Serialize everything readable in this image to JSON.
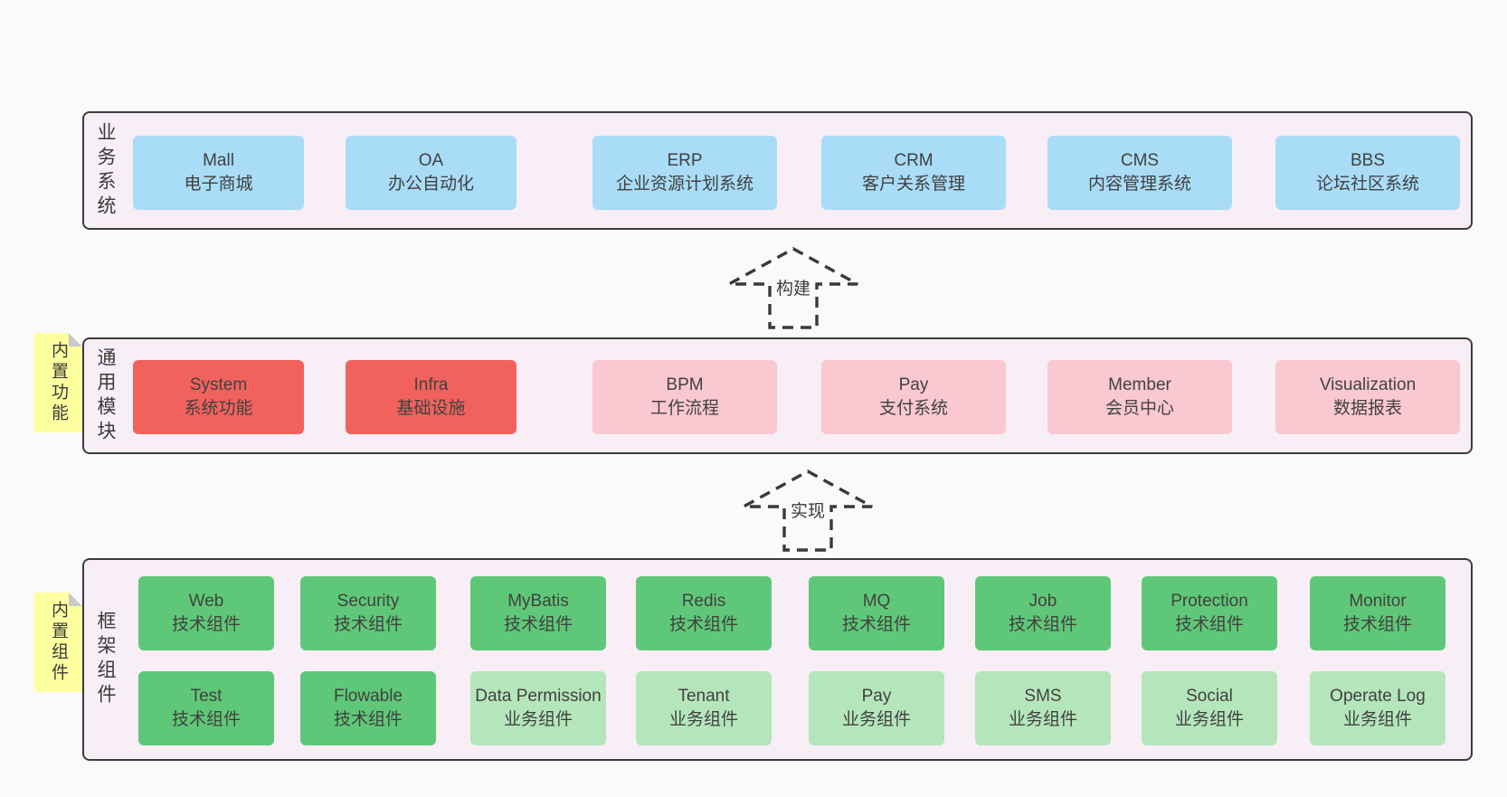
{
  "diagram": {
    "layers": [
      {
        "title": "业务系统",
        "boxes": [
          {
            "en": "Mall",
            "cn": "电子商城"
          },
          {
            "en": "OA",
            "cn": "办公自动化"
          },
          {
            "en": "ERP",
            "cn": "企业资源计划系统"
          },
          {
            "en": "CRM",
            "cn": "客户关系管理"
          },
          {
            "en": "CMS",
            "cn": "内容管理系统"
          },
          {
            "en": "BBS",
            "cn": "论坛社区系统"
          }
        ]
      },
      {
        "title": "通用模块",
        "note": "内置功能",
        "boxes": [
          {
            "en": "System",
            "cn": "系统功能"
          },
          {
            "en": "Infra",
            "cn": "基础设施"
          },
          {
            "en": "BPM",
            "cn": "工作流程"
          },
          {
            "en": "Pay",
            "cn": "支付系统"
          },
          {
            "en": "Member",
            "cn": "会员中心"
          },
          {
            "en": "Visualization",
            "cn": "数据报表"
          }
        ]
      },
      {
        "title": "框架组件",
        "note": "内置组件",
        "rows": [
          [
            {
              "en": "Web",
              "cn": "技术组件"
            },
            {
              "en": "Security",
              "cn": "技术组件"
            },
            {
              "en": "MyBatis",
              "cn": "技术组件"
            },
            {
              "en": "Redis",
              "cn": "技术组件"
            },
            {
              "en": "MQ",
              "cn": "技术组件"
            },
            {
              "en": "Job",
              "cn": "技术组件"
            },
            {
              "en": "Protection",
              "cn": "技术组件"
            },
            {
              "en": "Monitor",
              "cn": "技术组件"
            }
          ],
          [
            {
              "en": "Test",
              "cn": "技术组件"
            },
            {
              "en": "Flowable",
              "cn": "技术组件"
            },
            {
              "en": "Data Permission",
              "cn": "业务组件"
            },
            {
              "en": "Tenant",
              "cn": "业务组件"
            },
            {
              "en": "Pay",
              "cn": "业务组件"
            },
            {
              "en": "SMS",
              "cn": "业务组件"
            },
            {
              "en": "Social",
              "cn": "业务组件"
            },
            {
              "en": "Operate Log",
              "cn": "业务组件"
            }
          ]
        ]
      }
    ],
    "arrows": [
      {
        "label": "构建"
      },
      {
        "label": "实现"
      }
    ],
    "colors": {
      "page_bg": "#fafafa",
      "container_bg": "#f8eef6",
      "border": "#3c3c3c",
      "box_blue": "#a9dcf6",
      "box_red": "#f2625d",
      "box_pink": "#fac8d1",
      "box_green": "#5fc878",
      "box_green_light": "#b5e6bb",
      "note_yellow": "#feff9e",
      "note_fold": "#c9c9c9",
      "text": "#414141"
    }
  }
}
